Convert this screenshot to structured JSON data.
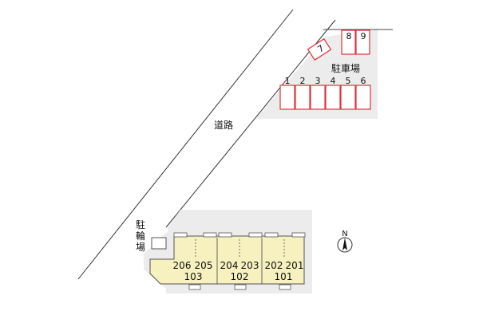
{
  "map": {
    "road_label": "道路",
    "parking_label": "駐車場",
    "bicycle_parking_label": [
      "駐",
      "輪",
      "場"
    ],
    "north_label": "N",
    "parking_stalls": [
      "1",
      "2",
      "3",
      "4",
      "5",
      "6",
      "7",
      "8",
      "9"
    ],
    "upper_units": [
      "206",
      "205",
      "204",
      "203",
      "202",
      "201"
    ],
    "lower_units": [
      "103",
      "102",
      "101"
    ],
    "colors": {
      "lot_fill": "#ececec",
      "building_fill": "#f7f0bf",
      "stall_stroke": "#e0303d",
      "stall_fill": "#ffffff",
      "outline": "#444444"
    }
  }
}
